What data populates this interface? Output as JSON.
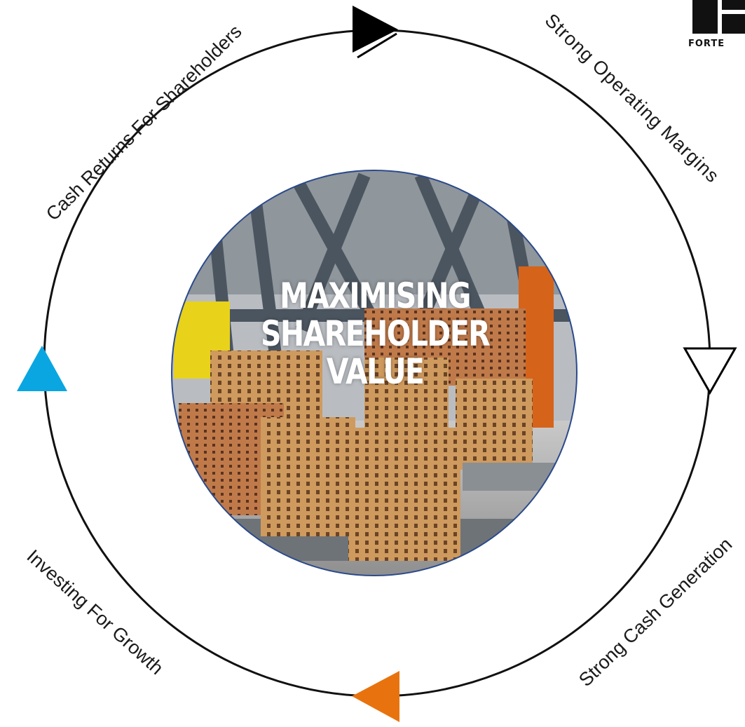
{
  "diagram": {
    "center_text": {
      "line1": "MAXIMISING",
      "line2": "SHAREHOLDER",
      "line3": "VALUE"
    },
    "stages": {
      "top_right": "Strong Operating Margins",
      "bottom_right": "Strong Cash Generation",
      "bottom_left": "Investing For Growth",
      "top_left": "Cash Returns For Shareholders"
    },
    "arrows": {
      "top": {
        "color": "#000000",
        "direction": "right"
      },
      "right": {
        "color": "#ffffff",
        "outline": "#000000",
        "direction": "down"
      },
      "bottom": {
        "color": "#e8730e",
        "direction": "left"
      },
      "left": {
        "color": "#0aa6e2",
        "direction": "up"
      }
    },
    "image": {
      "subject": "bricks on factory conveyor",
      "border_color": "#2b4a8b"
    }
  },
  "logo": {
    "text": "FORTE",
    "icon": "forterra-logo-icon"
  }
}
